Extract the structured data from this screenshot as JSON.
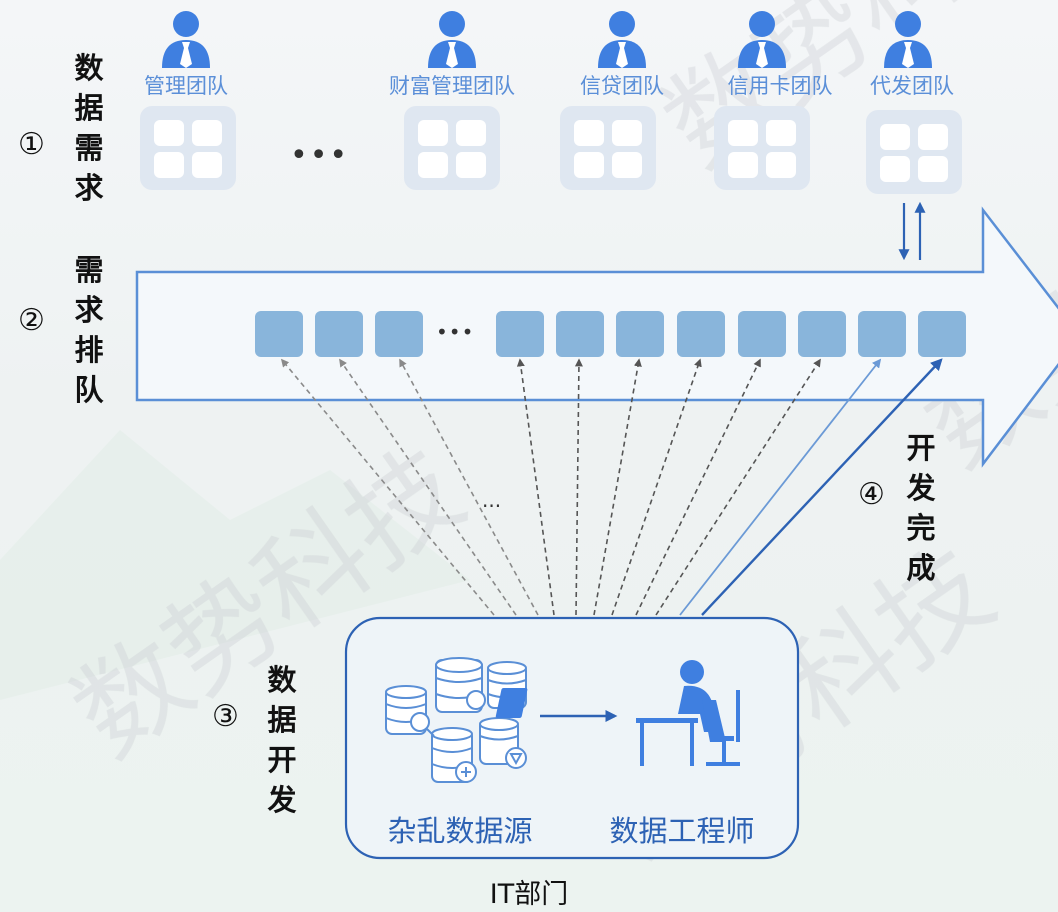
{
  "watermark": "数势科技",
  "steps": [
    {
      "num": "①",
      "label": "数据需求"
    },
    {
      "num": "②",
      "label": "需求排队"
    },
    {
      "num": "③",
      "label": "数据开发"
    },
    {
      "num": "④",
      "label": "开发完成"
    }
  ],
  "teams": [
    {
      "name": "管理团队"
    },
    {
      "name": "财富管理团队"
    },
    {
      "name": "信贷团队"
    },
    {
      "name": "信用卡团队"
    },
    {
      "name": "代发团队"
    }
  ],
  "ellipsis_teams": "•••",
  "ellipsis_queue": "•••",
  "ellipsis_arrows": "...",
  "it_department": {
    "sources_label": "杂乱数据源",
    "engineer_label": "数据工程师",
    "dept_label": "IT部门"
  },
  "colors": {
    "accent": "#2d62b4",
    "team_blue": "#5b8fd8",
    "queue_box": "#89b5db",
    "dashed_arrow": "#8a8a8a"
  },
  "icons": {
    "team": "person-tie-icon",
    "app": "app-grid-icon",
    "sources": "database-stack-icon",
    "engineer": "engineer-at-desk-icon"
  }
}
